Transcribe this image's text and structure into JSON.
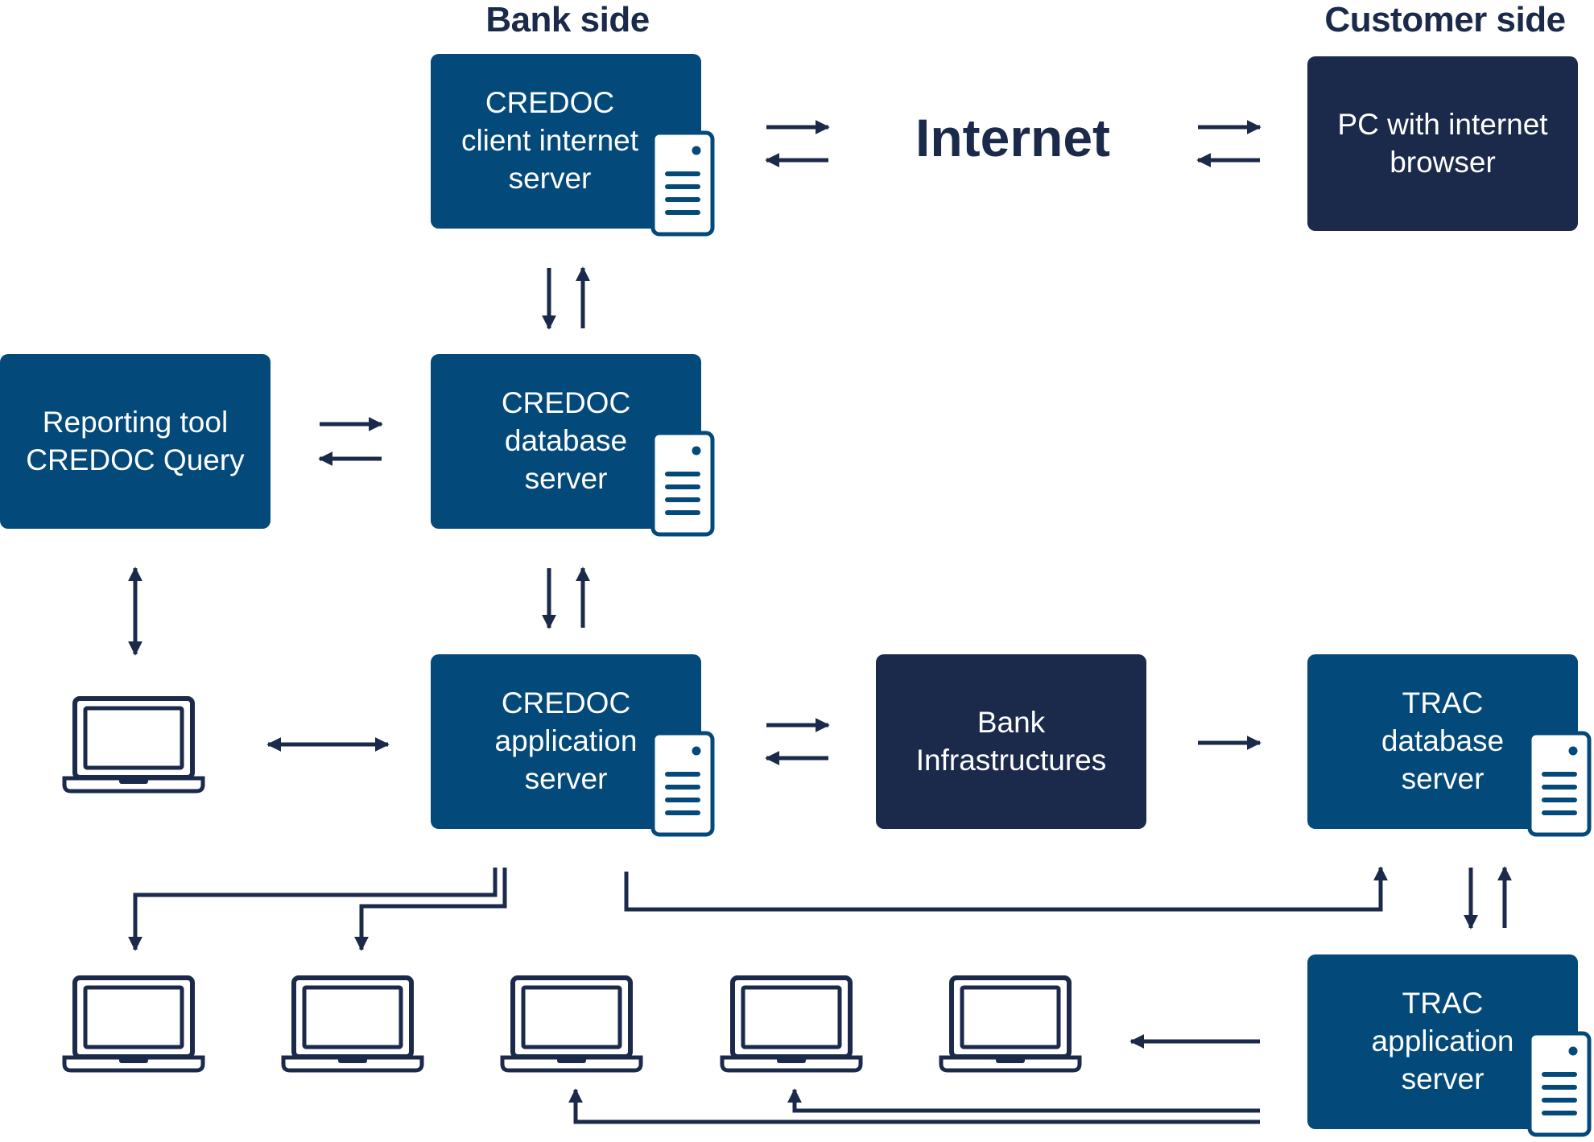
{
  "colors": {
    "primary_box": "#03497a",
    "dark_box": "#1b2a4a",
    "line": "#1b2a4a",
    "heading": "#1b2a4a"
  },
  "headings": {
    "bank_side": "Bank side",
    "customer_side": "Customer side"
  },
  "nodes": {
    "credoc_client_internet_server": "CREDOC\nclient internet\nserver",
    "internet": "Internet",
    "pc_with_internet_browser": "PC with internet\nbrowser",
    "reporting_tool": "Reporting tool\nCREDOC Query",
    "credoc_database_server": "CREDOC\ndatabase\nserver",
    "credoc_application_server": "CREDOC\napplication\nserver",
    "bank_infrastructures": "Bank\nInfrastructures",
    "trac_database_server": "TRAC\ndatabase\nserver",
    "trac_application_server": "TRAC\napplication\nserver"
  },
  "icons": {
    "server": "server-icon",
    "laptop": "laptop-icon",
    "arrow": "arrow-icon"
  }
}
